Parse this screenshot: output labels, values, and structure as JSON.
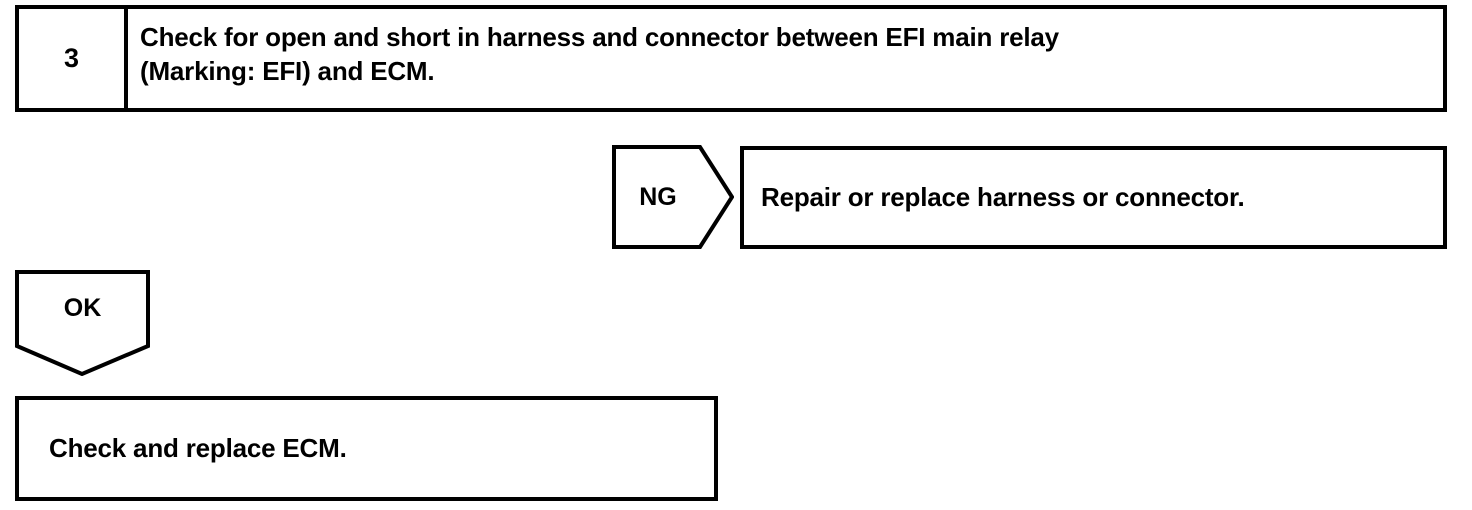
{
  "document": {
    "type": "diagnostic-flow-chart",
    "ink_color": "#000000",
    "background_color": "#ffffff"
  },
  "step": {
    "number": "3",
    "instruction_line1": "Check for open and short in harness and connector between EFI main relay",
    "instruction_line2": "(Marking: EFI) and ECM."
  },
  "branches": {
    "ng": {
      "label": "NG",
      "result_text": "Repair or replace harness or connector.",
      "arrow_direction": "right"
    },
    "ok": {
      "label": "OK",
      "result_text": "Check and replace ECM.",
      "arrow_direction": "down"
    }
  }
}
